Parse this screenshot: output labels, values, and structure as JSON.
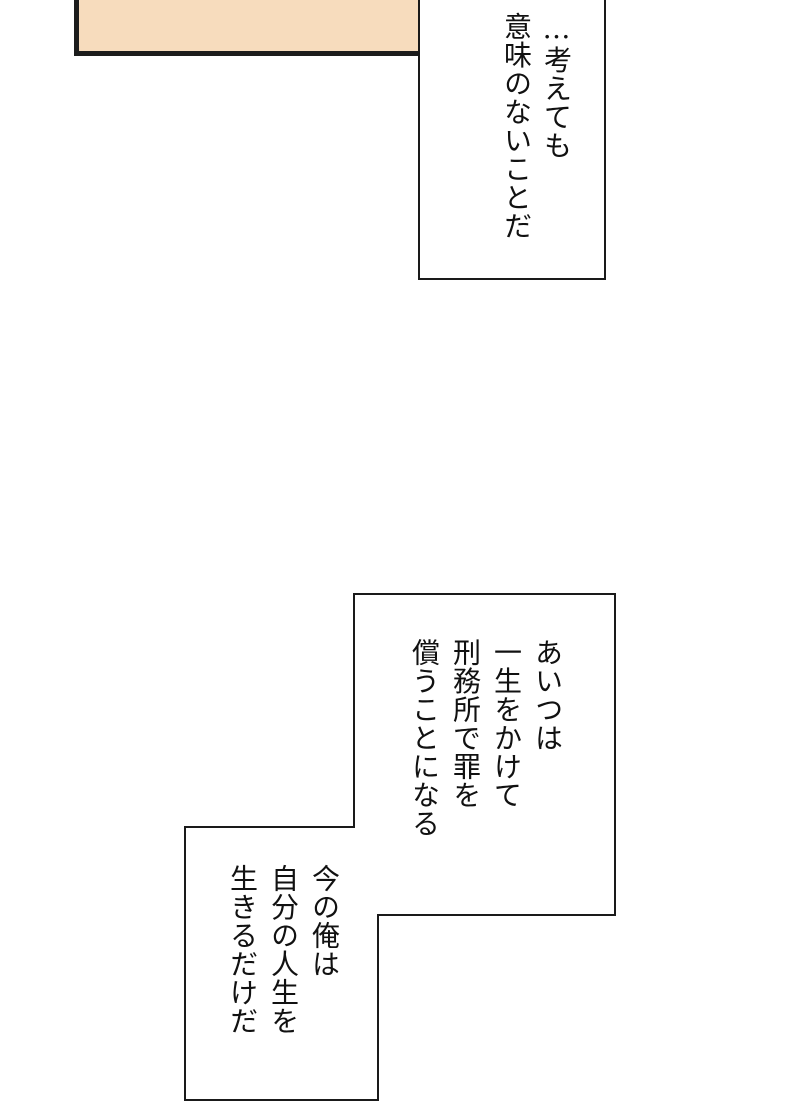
{
  "top_caption": {
    "columns": [
      "…考えても",
      "意味のないことだ"
    ]
  },
  "bottom_captions": {
    "upper": {
      "columns": [
        "あいつは",
        "一生をかけて",
        "刑務所で罪を",
        "償うことになる"
      ]
    },
    "lower": {
      "columns": [
        "今の俺は",
        "自分の人生を",
        "生きるだけだ"
      ]
    }
  }
}
